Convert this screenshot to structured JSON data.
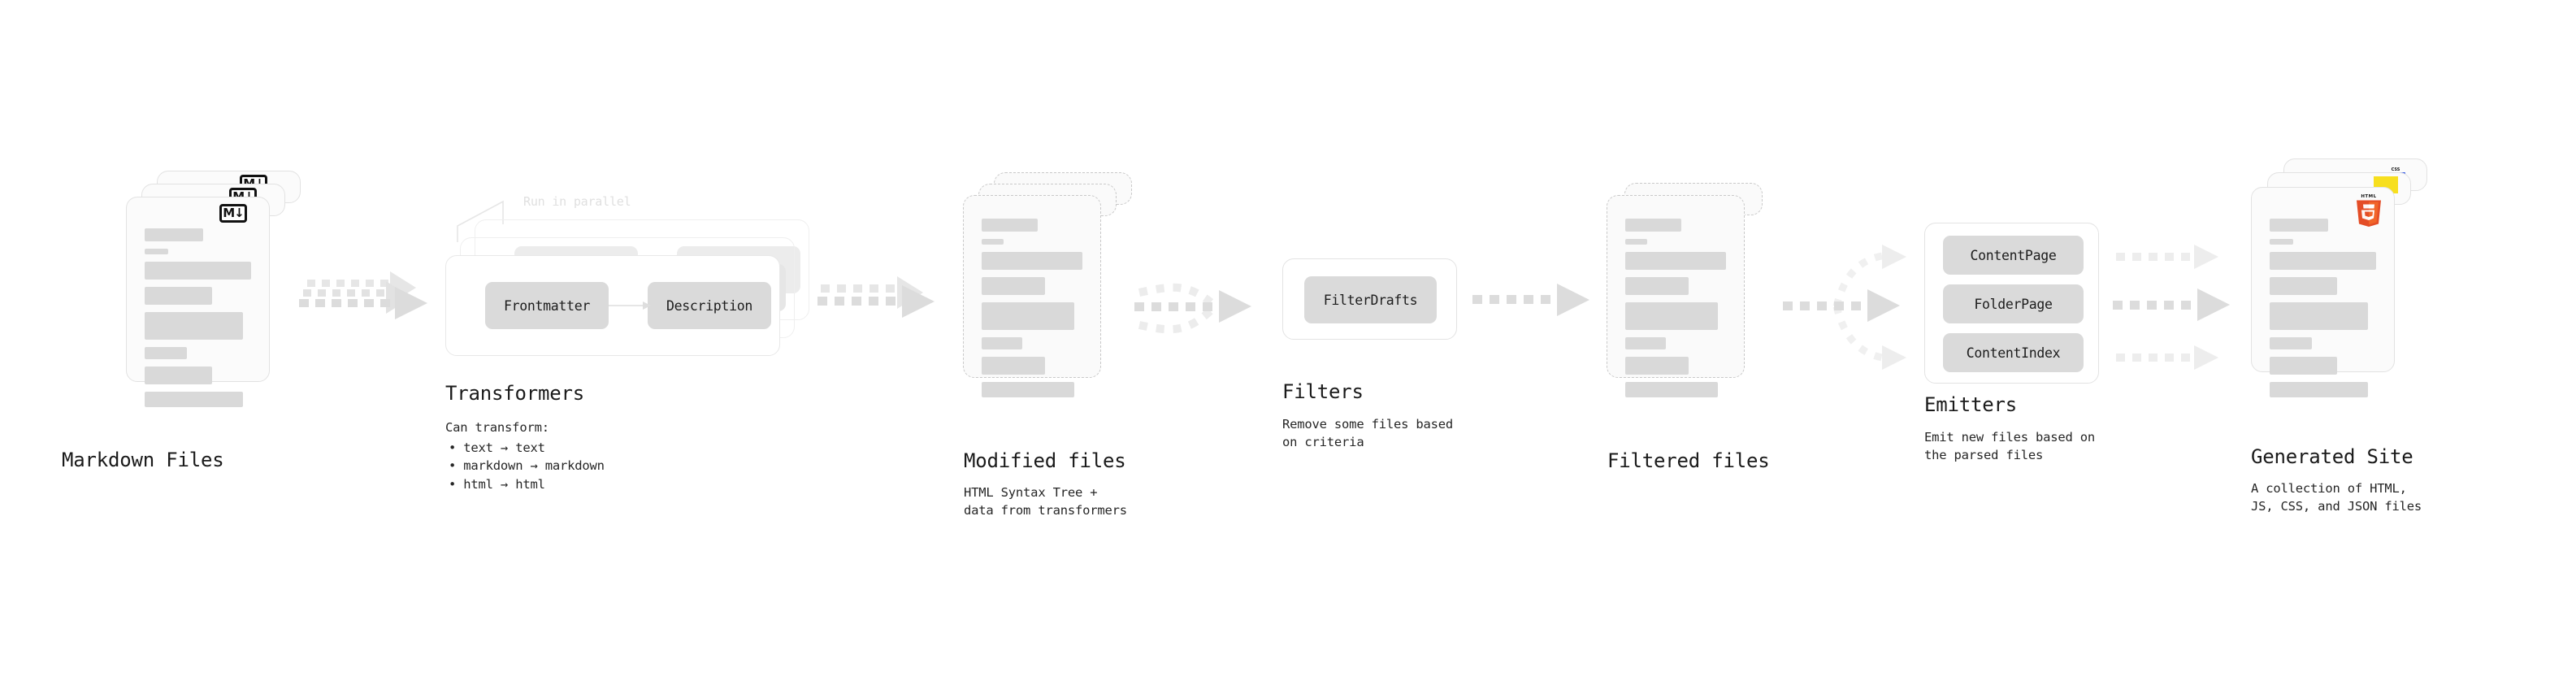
{
  "diagram": {
    "title_color": "#1a1a1a",
    "accent_colors": {
      "bar": "#d9d9d9",
      "pill": "#dadada",
      "card_border": "#e2e2e2",
      "dashed_border": "#c9c9c9",
      "arrow": "#dcdcdc",
      "css_blue": "#264de4",
      "js_yellow": "#f7df1e",
      "html5_orange": "#e44d26"
    },
    "stages": [
      {
        "id": "markdown-files",
        "title": "Markdown Files",
        "subtitle": "",
        "badge": "markdown-icon",
        "badge_text": "M↓"
      },
      {
        "id": "transformers",
        "title": "Transformers",
        "subtitle": "Can transform:",
        "callout": "Run in parallel",
        "nodes": [
          "Frontmatter",
          "Description"
        ],
        "bullets": [
          "text → text",
          "markdown → markdown",
          "html → html"
        ]
      },
      {
        "id": "modified-files",
        "title": "Modified files",
        "subtitle": "HTML Syntax Tree +\ndata from transformers"
      },
      {
        "id": "filters",
        "title": "Filters",
        "subtitle": "Remove some files based\non criteria",
        "nodes": [
          "FilterDrafts"
        ]
      },
      {
        "id": "filtered-files",
        "title": "Filtered files",
        "subtitle": ""
      },
      {
        "id": "emitters",
        "title": "Emitters",
        "subtitle": "Emit new files based on\nthe parsed files",
        "nodes": [
          "ContentPage",
          "FolderPage",
          "ContentIndex"
        ]
      },
      {
        "id": "generated-site",
        "title": "Generated Site",
        "subtitle": "A collection of HTML,\nJS, CSS, and JSON files",
        "badges": [
          "css-icon",
          "js-icon",
          "html5-icon"
        ],
        "badge_texts": {
          "css": "CSS",
          "html5": "HTML"
        }
      }
    ]
  }
}
